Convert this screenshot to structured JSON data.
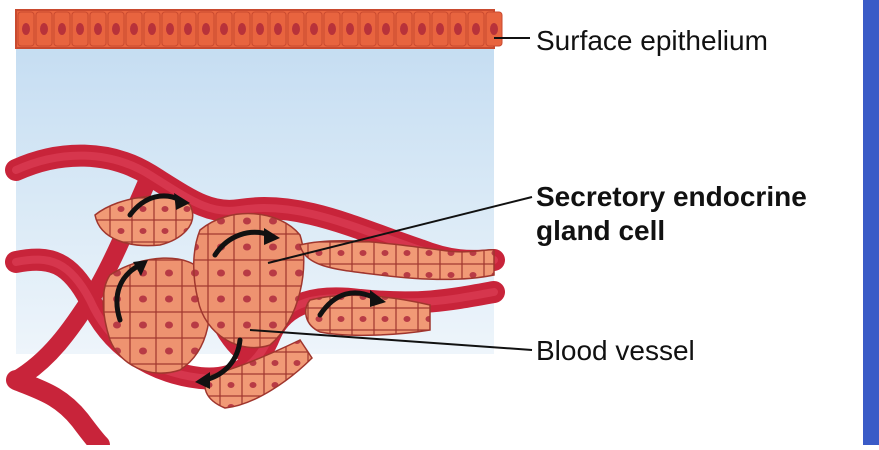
{
  "labels": {
    "surface_epithelium": "Surface epithelium",
    "secretory_line1": "Secretory endocrine",
    "secretory_line2": "gland cell",
    "blood_vessel": "Blood vessel"
  },
  "colors": {
    "epithelium": "#e8643f",
    "epithelium_nucleus": "#b8323a",
    "connective_tissue": "#cfe3f3",
    "vessel": "#c8243a",
    "vessel_dark": "#8f1327",
    "gland_cell": "#ee9370",
    "gland_nucleus": "#b83b45",
    "arrow": "#111111",
    "edge_bar": "#3a5bc7"
  }
}
